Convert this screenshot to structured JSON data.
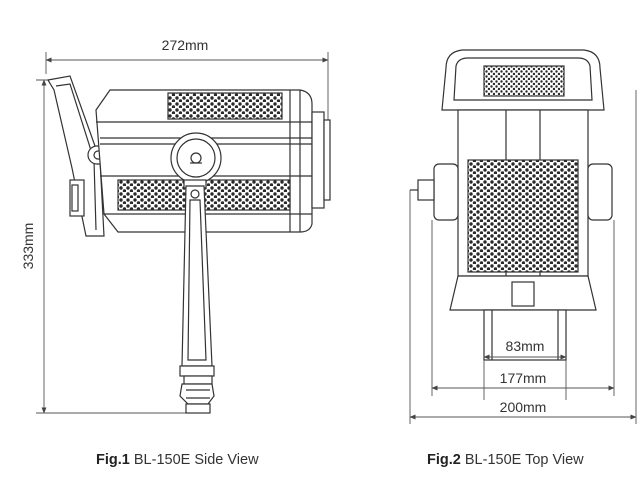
{
  "dimensions": {
    "side_width": "272mm",
    "side_height": "333mm",
    "top_mount": "83mm",
    "top_body": "177mm",
    "top_total": "200mm"
  },
  "captions": {
    "fig1_label": "Fig.1",
    "fig1_text": "BL-150E Side View",
    "fig2_label": "Fig.2",
    "fig2_text": "BL-150E Top View"
  }
}
